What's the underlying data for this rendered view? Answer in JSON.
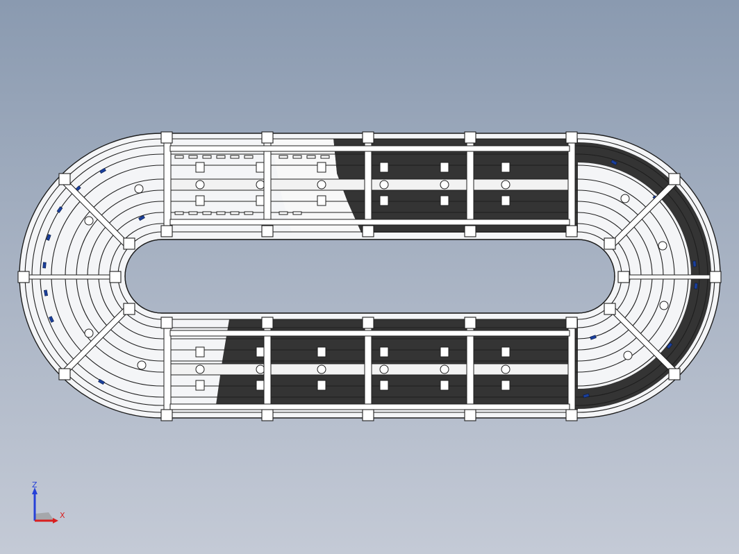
{
  "viewport": {
    "background_top": "#8a9ab0",
    "background_bottom": "#c4cad6"
  },
  "model": {
    "icon": "oval-conveyor-model",
    "line_color": "#1e1e1e",
    "frame_fill": "#ffffff",
    "belt_dark": "#343434",
    "inner_panel": "#d6dae2",
    "chain_accent": "#1a3f9c"
  },
  "triad": {
    "z_label": "Z",
    "x_label": "X",
    "z_color": "#2540d8",
    "x_color": "#d82020"
  }
}
